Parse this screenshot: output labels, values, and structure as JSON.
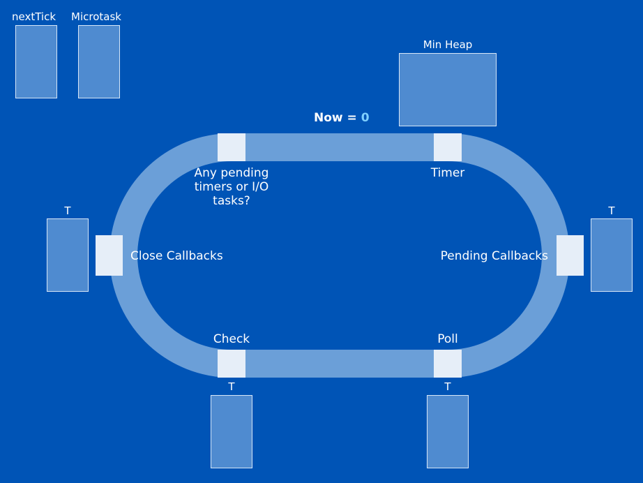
{
  "colors": {
    "background": "#0054b6",
    "loop_track": "#6b9fd8",
    "phase_marker": "#e6eef8",
    "queue_box": "#4f8bd0",
    "now_value": "#7fd0ff"
  },
  "top_queues": {
    "next_tick": "nextTick",
    "microtask": "Microtask"
  },
  "heap": {
    "label": "Min Heap"
  },
  "now": {
    "label": "Now =",
    "value": "0"
  },
  "phases": {
    "timer": "Timer",
    "pending_callbacks": "Pending Callbacks",
    "poll": "Poll",
    "check": "Check",
    "close_callbacks": "Close Callbacks",
    "pending_question": "Any pending timers or I/O tasks?"
  },
  "queue_labels": {
    "left": "T",
    "right": "T",
    "check": "T",
    "poll": "T"
  }
}
